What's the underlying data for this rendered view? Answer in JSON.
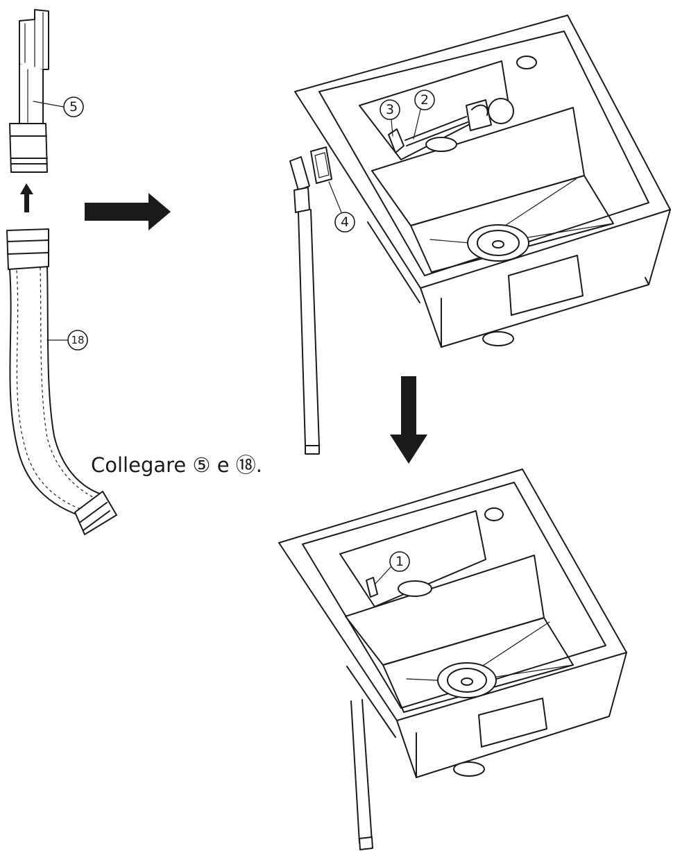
{
  "instruction": "Collegare ⑤ e ⑱.",
  "callouts": {
    "c1": "1",
    "c2": "2",
    "c3": "3",
    "c4": "4",
    "c5": "5",
    "c18": "18"
  }
}
